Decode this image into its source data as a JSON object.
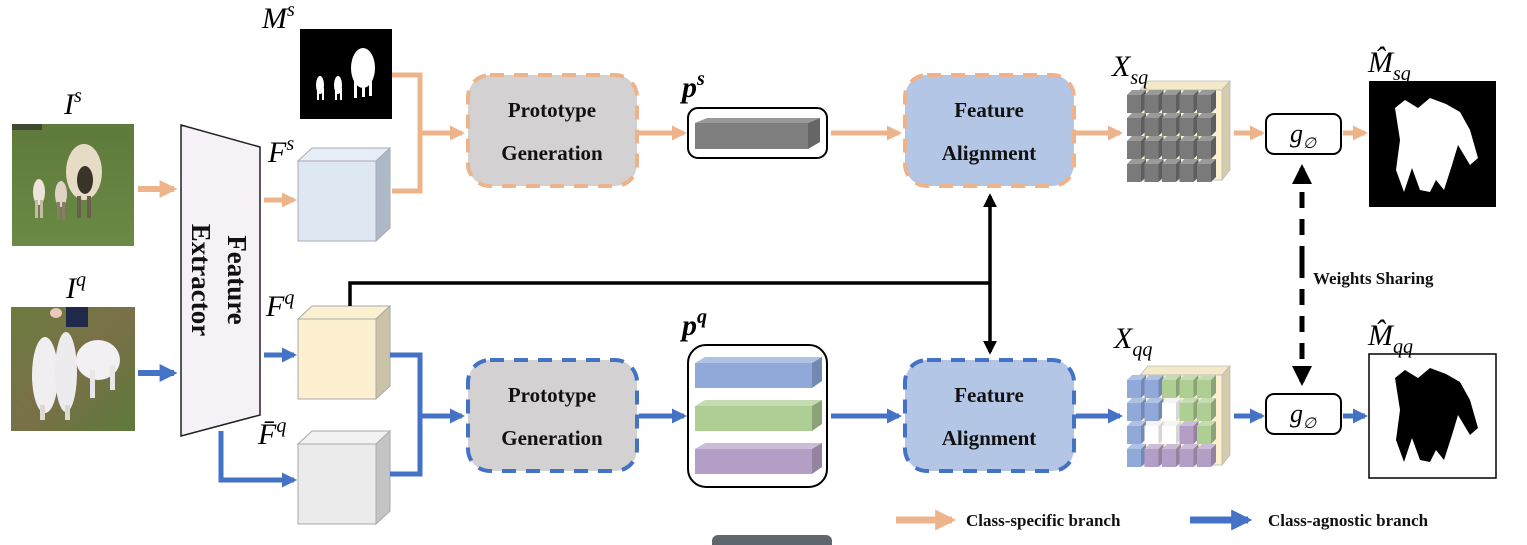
{
  "colors": {
    "class_specific": "#EDB48B",
    "class_agnostic": "#4472C4",
    "black": "#000000",
    "proto_box_fill": "#D3D1D1",
    "align_box_fill": "#B4C6E6",
    "fs_cube": "#DEE8F3",
    "fq_cube": "#FCF0D1",
    "fqbar_cube": "#EBEBEB",
    "proto_grey": "#7F7F7F",
    "proto_blue": "#91A9D9",
    "proto_green": "#AECE94",
    "proto_purple": "#B49EC6",
    "extractor_fill": "#F5F1F7"
  },
  "labels": {
    "Is": {
      "base": "I",
      "sup": "s"
    },
    "Iq": {
      "base": "I",
      "sup": "q"
    },
    "Ms": {
      "base": "M",
      "sup": "s"
    },
    "Fs": {
      "base": "F",
      "sup": "s"
    },
    "Fq": {
      "base": "F",
      "sup": "q"
    },
    "Fqbar": {
      "base": "F̄",
      "sup": "q"
    },
    "ps": {
      "base": "p",
      "sup": "s"
    },
    "pq": {
      "base": "p",
      "sup": "q"
    },
    "Xsq": {
      "base": "X",
      "sub": "sq"
    },
    "Xqq": {
      "base": "X",
      "sub": "qq"
    },
    "Msq_hat": {
      "base": "M̂",
      "sub": "sq"
    },
    "Mqq_hat": {
      "base": "M̂",
      "sub": "qq"
    },
    "g_top": {
      "base": "g",
      "sub": "∅"
    },
    "g_bottom": {
      "base": "g",
      "sub": "∅"
    }
  },
  "blocks": {
    "feature_extractor": {
      "line1": "Feature",
      "line2": "Extractor"
    },
    "proto_gen_top": {
      "line1": "Prototype",
      "line2": "Generation"
    },
    "proto_gen_bottom": {
      "line1": "Prototype",
      "line2": "Generation"
    },
    "feat_align_top": {
      "line1": "Feature",
      "line2": "Alignment"
    },
    "feat_align_bottom": {
      "line1": "Feature",
      "line2": "Alignment"
    }
  },
  "weights_sharing": "Weights Sharing",
  "legend": [
    {
      "label": "Class-specific branch",
      "color_key": "class_specific"
    },
    {
      "label": "Class-agnostic branch",
      "color_key": "class_agnostic"
    }
  ],
  "xqq_grid": [
    [
      "blue",
      "blue",
      "green",
      "green",
      "green"
    ],
    [
      "blue",
      "blue",
      "white",
      "green",
      "green"
    ],
    [
      "blue",
      "white",
      "white",
      "purple",
      "green"
    ],
    [
      "blue",
      "purple",
      "purple",
      "purple",
      "purple"
    ]
  ],
  "xsq_grid_rows": 4,
  "xsq_grid_cols": 5
}
